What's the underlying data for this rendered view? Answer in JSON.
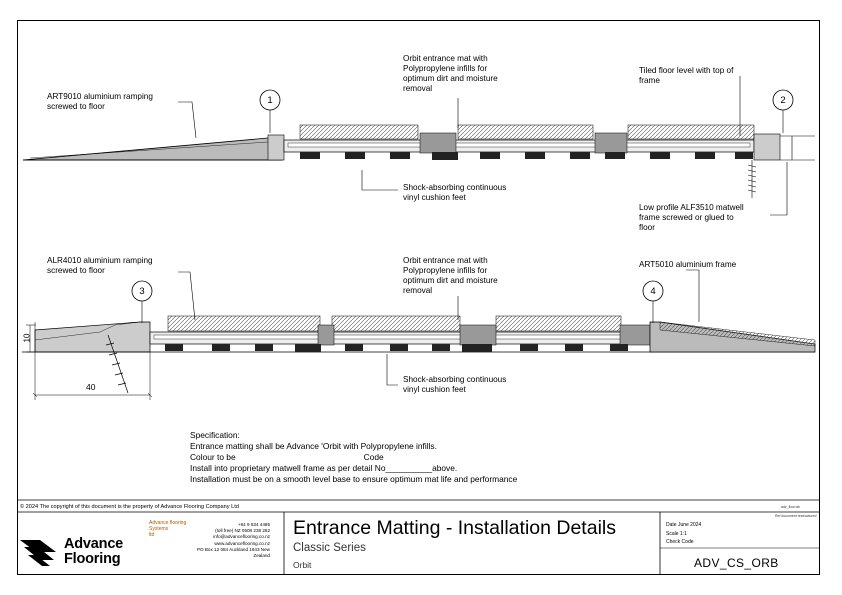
{
  "labels": {
    "d1_ramp": "ART9010 aluminium ramping\nscrewed to floor",
    "d1_mat": "Orbit entrance mat with\nPolypropylene infills for\noptimum dirt and moisture\nremoval",
    "d1_tiled": "Tiled floor level with top of\nframe",
    "d1_feet": "Shock-absorbing continuous\nvinyl cushion feet",
    "d1_frame": "Low profile ALF3510 matwell\nframe screwed or glued to\nfloor",
    "d2_ramp": "ALR4010 aluminium ramping\nscrewed to floor",
    "d2_mat": "Orbit entrance mat with\nPolypropylene infills for\noptimum dirt and moisture\nremoval",
    "d2_frame": "ART5010 aluminium frame",
    "d2_feet": "Shock-absorbing continuous\nvinyl cushion feet"
  },
  "markers": [
    "1",
    "2",
    "3",
    "4"
  ],
  "dimensions": {
    "height": "10",
    "width": "40"
  },
  "specification": {
    "heading": "Specification:",
    "line1": "Entrance matting shall be Advance 'Orbit with Polypropylene infills.",
    "line2a": "Colour to be",
    "line2b": "Code",
    "line3": "Install into proprietary matwell frame as per detail No__________above.",
    "line4": "Installation must be on a smooth level base to ensure optimum mat life and performance"
  },
  "copyright": "© 2024 The copyright of this document is the property of Advance Flooring Company Ltd",
  "ref_small": "adv_floor.ak",
  "ref_small2": "Ref document restructured",
  "titleblock": {
    "logo_line1": "Advance",
    "logo_line2": "Flooring",
    "company": "Advance flooring\nSystems\nltd",
    "contact": "+64 9 634 4485\n(toll free) NZ 0508 238 282\ninfo@advanceflooring.co.nz\nwww.advanceflooring.co.nz\nPO Box 12 084  Auckland 1643  New Zealand",
    "title": "Entrance Matting - Installation Details",
    "subtitle": "Classic Series",
    "subtitle2": "Orbit",
    "meta": "Date   June 2024\nScale   1:1\nCheck Code",
    "drawing_no": "ADV_CS_ORB"
  }
}
